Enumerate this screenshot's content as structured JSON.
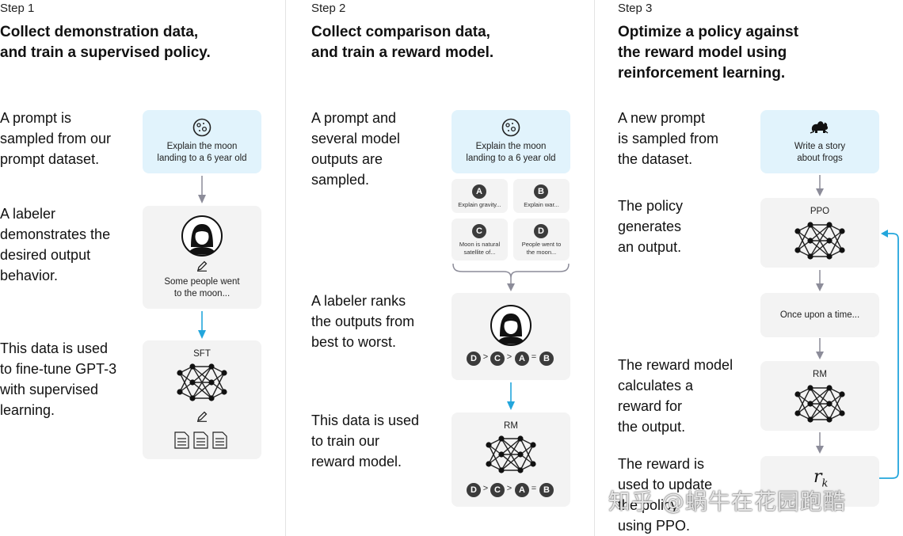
{
  "step1": {
    "label": "Step 1",
    "title_line1": "Collect demonstration data,",
    "title_line2": "and train a supervised policy.",
    "desc1": [
      "A prompt is",
      "sampled from our",
      "prompt dataset."
    ],
    "desc2": [
      "A labeler",
      "demonstrates the",
      "desired output",
      "behavior."
    ],
    "desc3": [
      "This data is used",
      "to fine-tune GPT-3",
      "with supervised",
      "learning."
    ],
    "prompt_text": [
      "Explain the moon",
      "landing to a 6 year old"
    ],
    "demo_text": [
      "Some people went",
      "to the moon..."
    ],
    "model_label": "SFT"
  },
  "step2": {
    "label": "Step 2",
    "title_line1": "Collect comparison data,",
    "title_line2": "and train a reward model.",
    "desc1": [
      "A prompt and",
      "several model",
      "outputs are",
      "sampled."
    ],
    "desc2": [
      "A labeler ranks",
      "the outputs from",
      "best to worst."
    ],
    "desc3": [
      "This data is used",
      "to train our",
      "reward model."
    ],
    "prompt_text": [
      "Explain the moon",
      "landing to a 6 year old"
    ],
    "outputs": [
      {
        "badge": "A",
        "text": [
          "Explain gravity..."
        ]
      },
      {
        "badge": "B",
        "text": [
          "Explain war..."
        ]
      },
      {
        "badge": "C",
        "text": [
          "Moon is natural",
          "satellite of..."
        ]
      },
      {
        "badge": "D",
        "text": [
          "People went to",
          "the moon..."
        ]
      }
    ],
    "ranking": [
      "D",
      ">",
      "C",
      ">",
      "A",
      "=",
      "B"
    ],
    "model_label": "RM"
  },
  "step3": {
    "label": "Step 3",
    "title_line1": "Optimize a policy against",
    "title_line2": "the reward model using",
    "title_line3": "reinforcement learning.",
    "desc1": [
      "A new prompt",
      "is sampled from",
      "the dataset."
    ],
    "desc2": [
      "The policy",
      "generates",
      "an output."
    ],
    "desc3": [
      "The reward model",
      "calculates a",
      "reward for",
      "the output."
    ],
    "desc4": [
      "The reward is",
      "used to update",
      "the policy",
      "using PPO."
    ],
    "prompt_text": [
      "Write a story",
      "about frogs"
    ],
    "policy_label": "PPO",
    "output_text": "Once upon a time...",
    "rm_label": "RM",
    "reward_symbol": "r",
    "reward_subscript": "k"
  },
  "watermark": "知乎 @蜗牛在花园跑酷",
  "colors": {
    "prompt_panel": "#e1f3fc",
    "panel": "#f3f3f3",
    "accent_arrow": "#23a6dc",
    "gray_arrow": "#8c8c99",
    "badge": "#3b3b3b"
  }
}
